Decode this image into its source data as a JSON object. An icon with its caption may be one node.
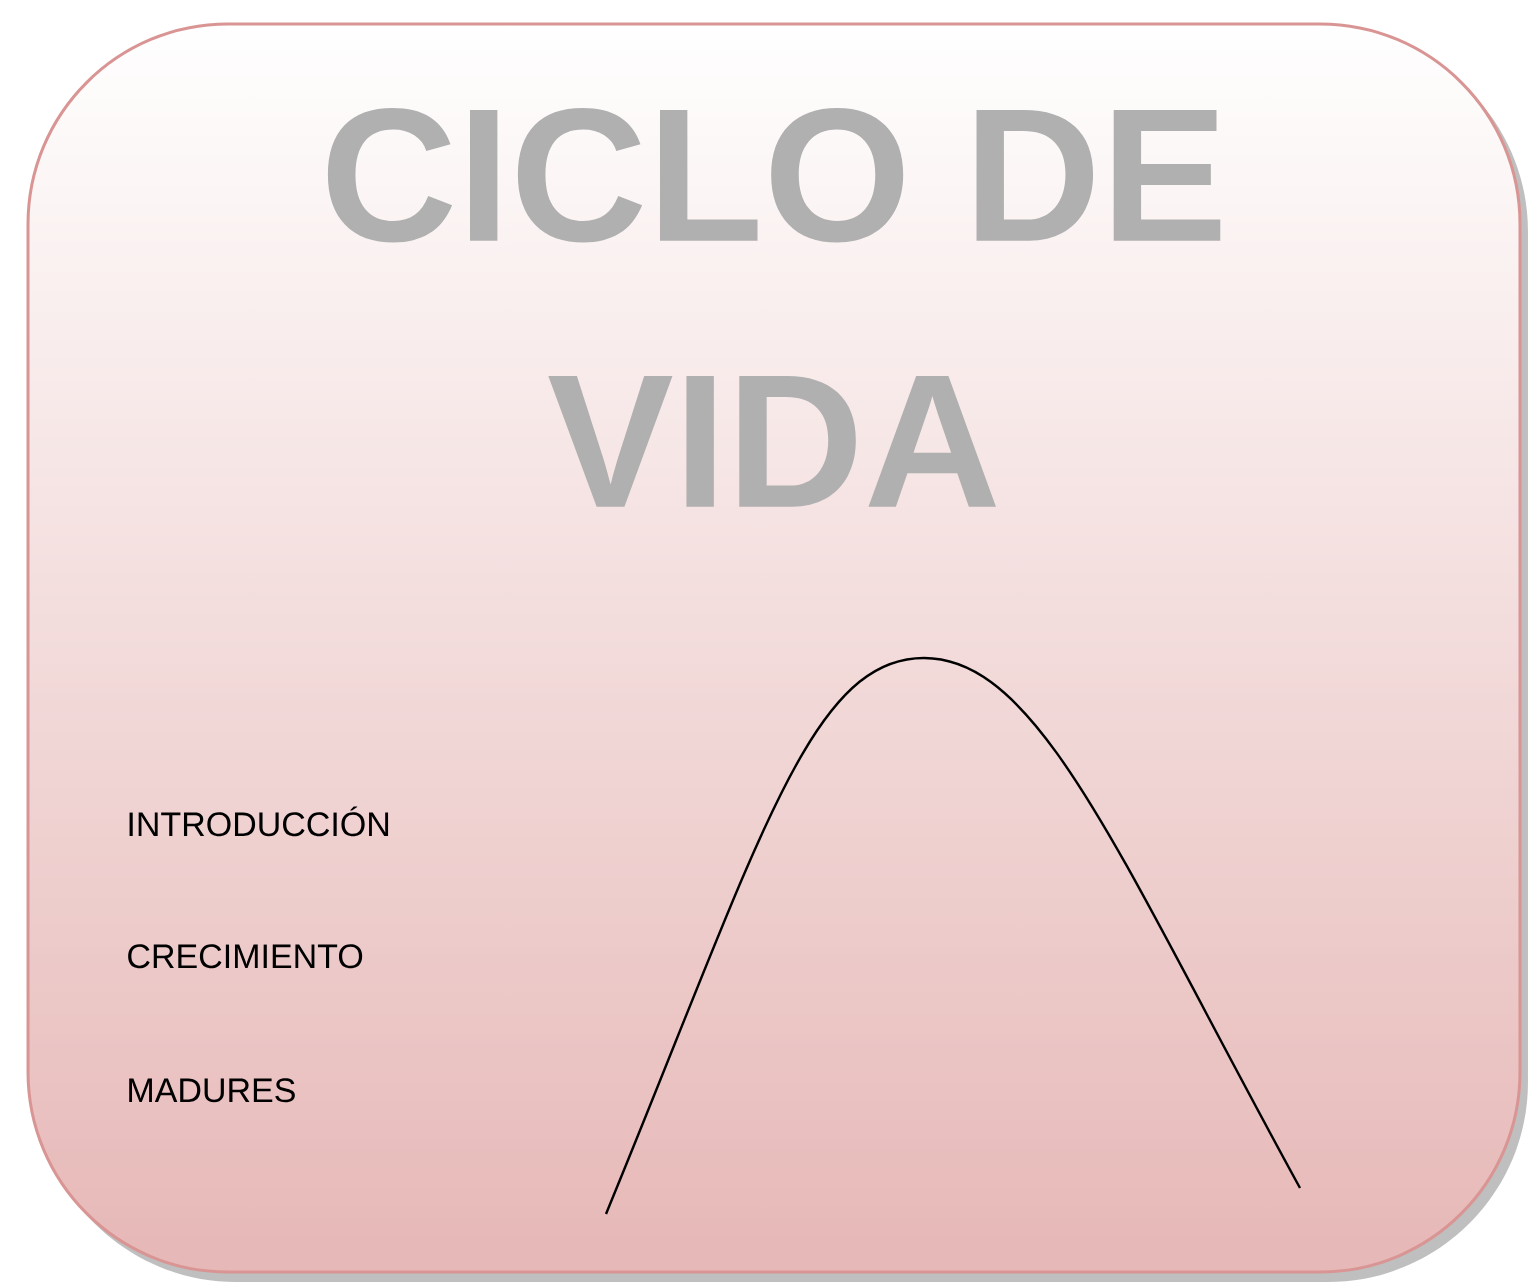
{
  "diagram": {
    "nodes": [
      {
        "text": [
          "CICLO DE VIDA"
        ]
      }
    ],
    "labels": [
      "INTRODUCCIÓN",
      "CRECIMIENTO",
      "MADURES"
    ]
  }
}
